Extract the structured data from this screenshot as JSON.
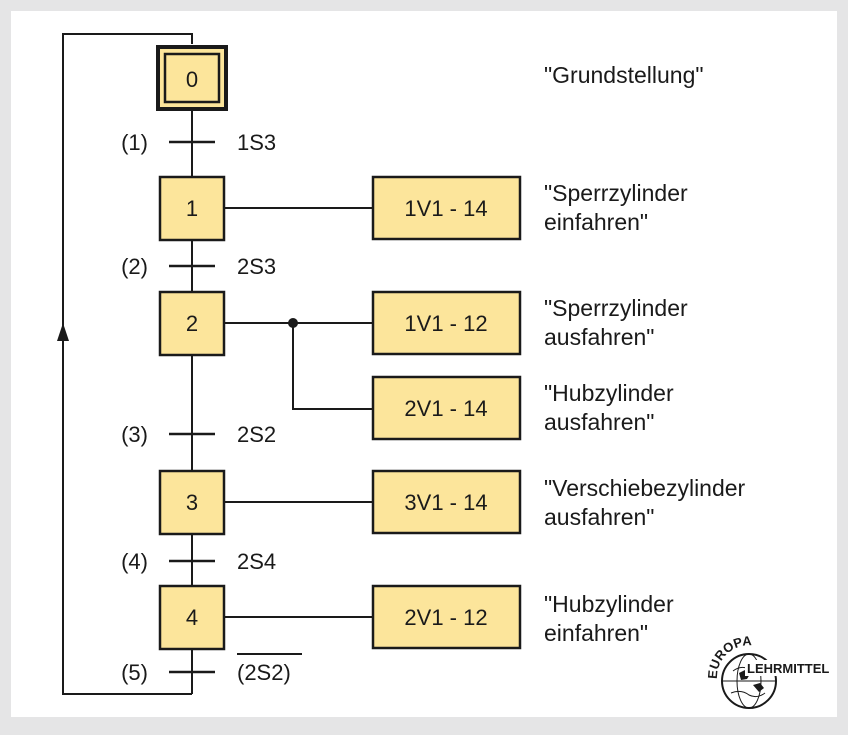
{
  "diagram": {
    "colors": {
      "box_fill": "#fce59b",
      "stroke": "#1a1a1a",
      "background": "#ffffff",
      "frame": "#e5e5e6"
    },
    "steps": [
      {
        "id": "0",
        "initial": true,
        "comment": [
          "\"Grundstellung\""
        ]
      },
      {
        "id": "1",
        "action": "1V1 - 14",
        "comment": [
          "\"Sperrzylinder",
          "einfahren\""
        ]
      },
      {
        "id": "2",
        "actions": [
          "1V1 - 12",
          "2V1 - 14"
        ],
        "comments": [
          [
            "\"Sperrzylinder",
            "ausfahren\""
          ],
          [
            "\"Hubzylinder",
            "ausfahren\""
          ]
        ]
      },
      {
        "id": "3",
        "action": "3V1 - 14",
        "comment": [
          "\"Verschiebezylinder",
          "ausfahren\""
        ]
      },
      {
        "id": "4",
        "action": "2V1 - 12",
        "comment": [
          "\"Hubzylinder",
          "einfahren\""
        ]
      }
    ],
    "transitions": [
      {
        "number": "(1)",
        "condition": "1S3"
      },
      {
        "number": "(2)",
        "condition": "2S3"
      },
      {
        "number": "(3)",
        "condition": "2S2"
      },
      {
        "number": "(4)",
        "condition": "2S4"
      },
      {
        "number": "(5)",
        "condition": "(2S2)",
        "negated": true
      }
    ],
    "return_arrow": "up-arrow-icon"
  },
  "logo": {
    "top_text": "EUROPA",
    "bottom_text": "LEHRMITTEL"
  }
}
